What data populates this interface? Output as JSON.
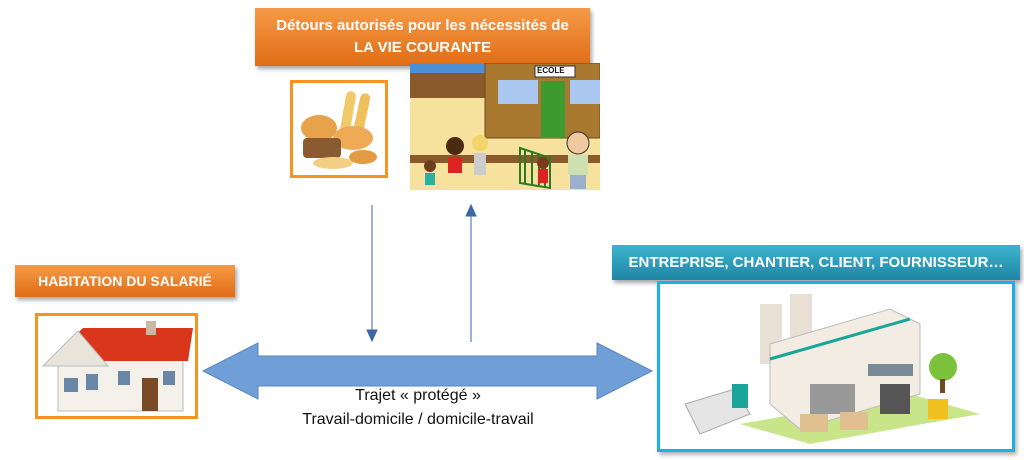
{
  "top_label": {
    "line1": "Détours autorisés pour les nécessités de",
    "line2": "LA VIE COURANTE"
  },
  "home_label": "HABITATION DU SALARIÉ",
  "work_label": "ENTREPRISE, CHANTIER, CLIENT, FOURNISSEUR…",
  "school_sign": "ECOLE",
  "caption": {
    "line1": "Trajet « protégé »",
    "line2": "Travail-domicile / domicile-travail"
  },
  "colors": {
    "orange": "#e8792a",
    "teal": "#2596b4",
    "arrow": "#6f9fd6",
    "frame_orange": "#f7931e",
    "frame_blue": "#1ab0e8"
  }
}
